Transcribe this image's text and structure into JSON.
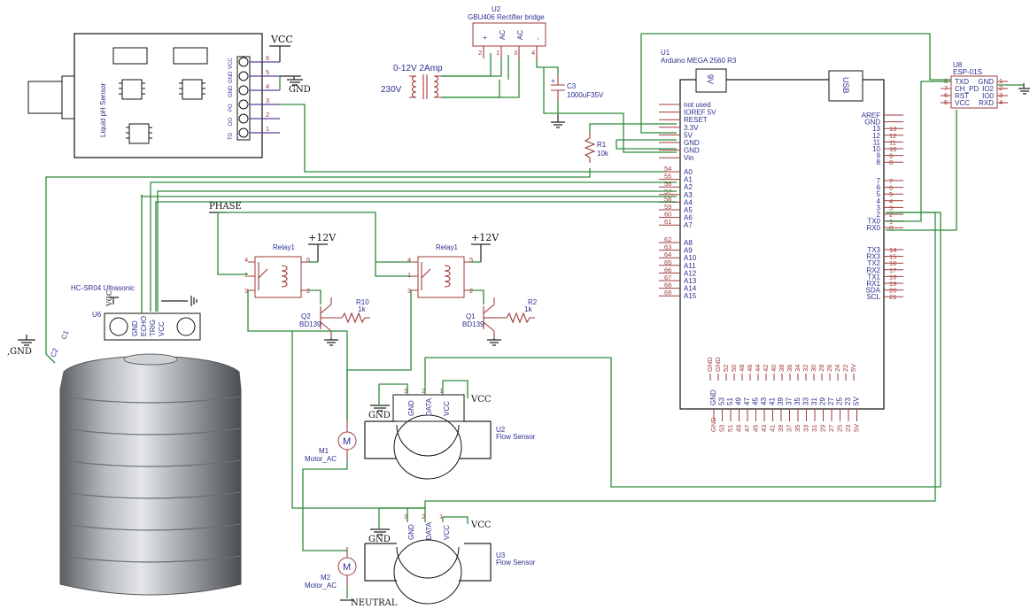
{
  "power": {
    "vcc": "VCC",
    "gnd": "GND",
    "phase": "PHASE",
    "neutral": "NEUTRAL",
    "plus12v": "+12V"
  },
  "ph_sensor": {
    "label": "Liquid pH Sensor",
    "pins": [
      "TO",
      "DO",
      "PO",
      "GND",
      "GND",
      "VCC"
    ],
    "pin_numbers": [
      "6",
      "5",
      "4",
      "3",
      "2",
      "1"
    ]
  },
  "rectifier": {
    "ref": "U2",
    "label": "GBU406 Rectifier bridge",
    "pins": [
      "+",
      "AC",
      "AC",
      "-"
    ],
    "pin_numbers": [
      "2",
      "1",
      "3",
      "4"
    ]
  },
  "transformer": {
    "secondary": "0-12V 2Amp",
    "primary": "230V"
  },
  "capacitor": {
    "ref": "C3",
    "value": "1000uF35V"
  },
  "resistor_r1": {
    "ref": "R1",
    "value": "10k"
  },
  "arduino": {
    "ref": "U1",
    "label": "Arduino MEGA 2560 R3",
    "v9": "9V",
    "usb": "USB",
    "left_power_pins": [
      "not used",
      "IOREF 5V",
      "RESET",
      "3.3V",
      "5V",
      "GND",
      "GND",
      "Vin"
    ],
    "analog_pins": [
      "A0",
      "A1",
      "A2",
      "A3",
      "A4",
      "A5",
      "A6",
      "A7"
    ],
    "analog_numbers": [
      "54",
      "55",
      "56",
      "57",
      "58",
      "59",
      "60",
      "61"
    ],
    "analog_pins2": [
      "A8",
      "A9",
      "A10",
      "A11",
      "A12",
      "A13",
      "A14",
      "A15"
    ],
    "analog_numbers2": [
      "62",
      "63",
      "64",
      "65",
      "66",
      "67",
      "68",
      "69"
    ],
    "right_top": [
      "AREF",
      "GND",
      "13",
      "12",
      "11",
      "10",
      "9",
      "8"
    ],
    "right_top_numbers": [
      "",
      "",
      "13",
      "12",
      "11",
      "10",
      "9",
      "8"
    ],
    "right_mid": [
      "7",
      "6",
      "5",
      "4",
      "3",
      "2",
      "TX0",
      "RX0"
    ],
    "right_mid_numbers": [
      "7",
      "6",
      "5",
      "4",
      "3",
      "2",
      "1",
      "0"
    ],
    "right_bot": [
      "TX3",
      "RX3",
      "TX2",
      "RX2",
      "TX1",
      "RX1",
      "SDA",
      "SCL"
    ],
    "right_bot_numbers": [
      "14",
      "15",
      "16",
      "17",
      "18",
      "19",
      "20",
      "21"
    ],
    "bottom_top_row": [
      "GND",
      "GND",
      "52",
      "50",
      "48",
      "46",
      "44",
      "42",
      "40",
      "38",
      "36",
      "34",
      "32",
      "30",
      "28",
      "26",
      "24",
      "22",
      "5V"
    ],
    "bottom_bot_row": [
      "GND",
      "53",
      "51",
      "49",
      "47",
      "45",
      "43",
      "41",
      "39",
      "37",
      "35",
      "33",
      "31",
      "29",
      "27",
      "25",
      "23",
      "5V"
    ]
  },
  "esp": {
    "ref": "U8",
    "label": "ESP-01S",
    "left_pins": [
      "TXD",
      "CH_PD",
      "RST",
      "VCC"
    ],
    "right_pins": [
      "GND",
      "IO2",
      "IO0",
      "RXD"
    ],
    "left_numbers": [
      "8",
      "7",
      "6",
      "5"
    ],
    "right_numbers": [
      "1",
      "2",
      "3",
      "4"
    ]
  },
  "relay1": {
    "label": "Relay1",
    "pins": [
      "4",
      "5",
      "1",
      "3",
      "2"
    ]
  },
  "relay2": {
    "label": "Relay1",
    "pins": [
      "4",
      "5",
      "1",
      "3",
      "2"
    ]
  },
  "transistor_q2": {
    "ref": "Q2",
    "value": "BD139"
  },
  "transistor_q1": {
    "ref": "Q1",
    "value": "BD139"
  },
  "resistor_r10": {
    "ref": "R10",
    "value": "1k"
  },
  "resistor_r2": {
    "ref": "R2",
    "value": "1k"
  },
  "ultrasonic": {
    "label": "HC-SR04 Ultrasonic",
    "ref": "U6",
    "pins": [
      "GND",
      "ECHO",
      "TRIG",
      "VCC"
    ]
  },
  "tank": {
    "c1": "C1",
    "c2": "C2",
    "gnd": ",GND"
  },
  "motor1": {
    "ref": "M1",
    "value": "Motor_AC",
    "symbol": "M"
  },
  "motor2": {
    "ref": "M2",
    "value": "Motor_AC",
    "symbol": "M"
  },
  "flow1": {
    "ref": "U2",
    "label": "Flow Sensor",
    "pins": [
      "GND",
      "DATA",
      "VCC"
    ],
    "pin_numbers": [
      "3",
      "2",
      "1"
    ]
  },
  "flow2": {
    "ref": "U3",
    "label": "Flow Sensor",
    "pins": [
      "GND",
      "DATA",
      "VCC"
    ],
    "pin_numbers": [
      "3",
      "2",
      "1"
    ]
  },
  "colors": {
    "wire": "#2e8b3a",
    "component": "#a23a3a",
    "label": "#2b2f8f"
  }
}
